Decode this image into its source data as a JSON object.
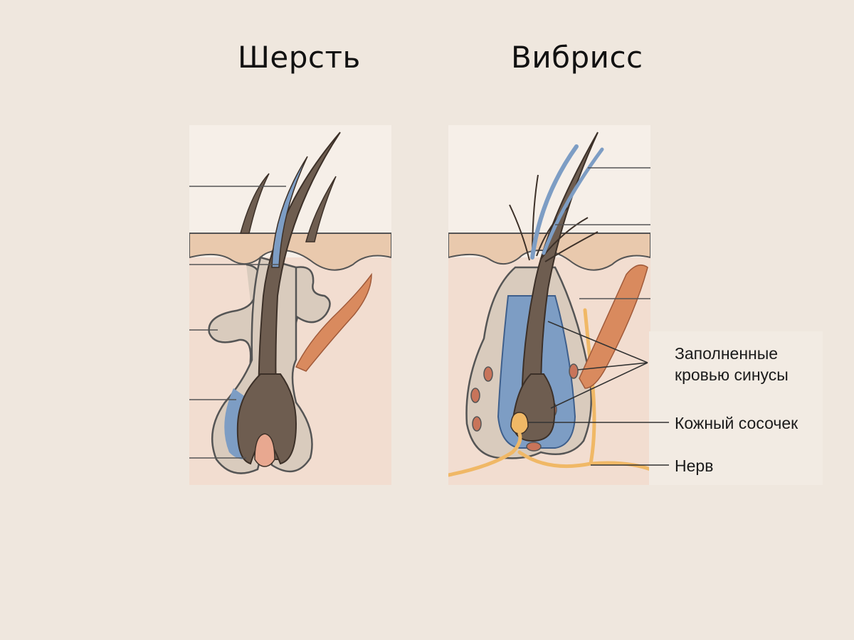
{
  "titles": {
    "left": "Шерсть",
    "right": "Вибрисс"
  },
  "labels": {
    "sinuses_line1": "Заполненные",
    "sinuses_line2": "кровью синусы",
    "papilla": "Кожный сосочек",
    "nerve": "Нерв"
  },
  "colors": {
    "background": "#efe7de",
    "dermis": "#f2ddd0",
    "epidermis": "#e9c9ad",
    "hair": "#6e5d50",
    "sheath": "#7d9dc4",
    "gland": "#d9cbbd",
    "muscle": "#d98a5e",
    "nerve": "#f0b866",
    "sinus": "#c8745a"
  }
}
